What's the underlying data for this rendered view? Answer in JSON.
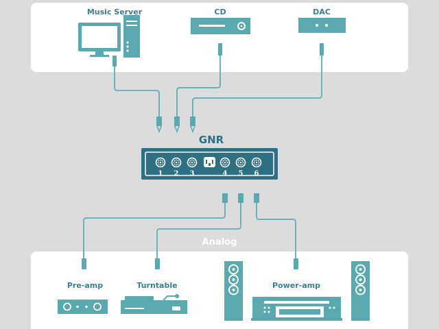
{
  "colors": {
    "accent": "#5aa9ae",
    "dark": "#2f6f82",
    "panel": "#ffffff",
    "background": "#dcdcdc"
  },
  "top_sources": [
    {
      "label": "Music Server",
      "icon": "computer-icon"
    },
    {
      "label": "CD",
      "icon": "cd-player-icon"
    },
    {
      "label": "DAC",
      "icon": "dac-icon"
    }
  ],
  "hub": {
    "title": "GNR",
    "ports": [
      "1",
      "2",
      "3",
      "4",
      "5",
      "6"
    ],
    "center_icon": "power-socket-icon"
  },
  "section_label": "Analog",
  "bottom_devices": [
    {
      "label": "Pre-amp",
      "icon": "preamp-icon"
    },
    {
      "label": "Turntable",
      "icon": "turntable-icon"
    },
    {
      "label": "Power-amp",
      "icon": "power-amp-icon"
    }
  ],
  "speaker_icon": "speaker-icon"
}
